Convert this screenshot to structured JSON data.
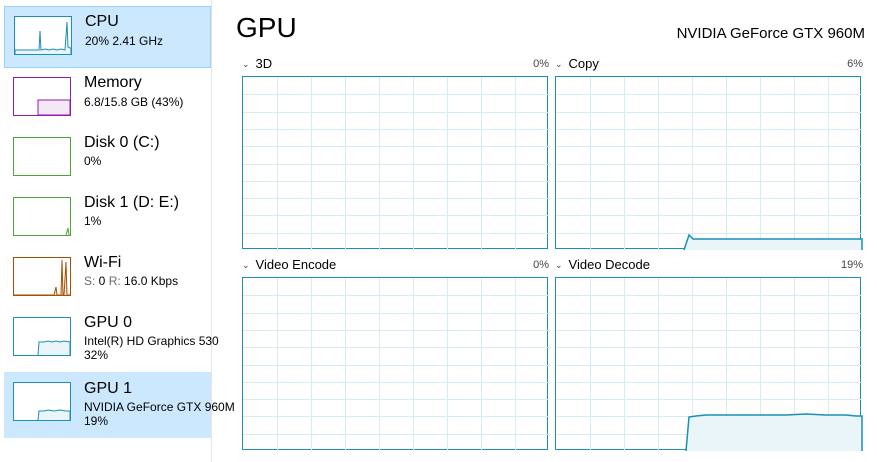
{
  "sidebar": {
    "items": [
      {
        "title": "CPU",
        "line1": "20%  2.41 GHz",
        "line2": "",
        "color": "#1b8fb7",
        "selected": true
      },
      {
        "title": "Memory",
        "line1": "6.8/15.8 GB (43%)",
        "line2": "",
        "color": "#8b1fa5"
      },
      {
        "title": "Disk 0 (C:)",
        "line1": "0%",
        "line2": "",
        "color": "#4fa23a"
      },
      {
        "title": "Disk 1 (D: E:)",
        "line1": "1%",
        "line2": "",
        "color": "#4fa23a"
      },
      {
        "title": "Wi-Fi",
        "line1_dim_s": "S:",
        "line1_s": " 0 ",
        "line1_dim_r": "R:",
        "line1_r": " 16.0 Kbps",
        "color": "#a74f01"
      },
      {
        "title": "GPU 0",
        "line1": "Intel(R) HD Graphics 530",
        "line2": "32%",
        "color": "#1b8fb7"
      },
      {
        "title": "GPU 1",
        "line1": "NVIDIA GeForce GTX 960M",
        "line2": "19%",
        "color": "#1b8fb7",
        "active": true
      }
    ]
  },
  "main": {
    "title": "GPU",
    "device": "NVIDIA GeForce GTX 960M",
    "panels": [
      {
        "label": "3D",
        "percent": "0%"
      },
      {
        "label": "Copy",
        "percent": "6%"
      },
      {
        "label": "Video Encode",
        "percent": "0%"
      },
      {
        "label": "Video Decode",
        "percent": "19%"
      }
    ]
  },
  "colors": {
    "accent": "#1b8fb7",
    "grid": "#d6ecf5",
    "selected_bg": "#cce8ff",
    "memory": "#8b1fa5",
    "disk": "#4fa23a",
    "wifi": "#a74f01"
  },
  "icons": [
    "chevron-down-icon"
  ]
}
